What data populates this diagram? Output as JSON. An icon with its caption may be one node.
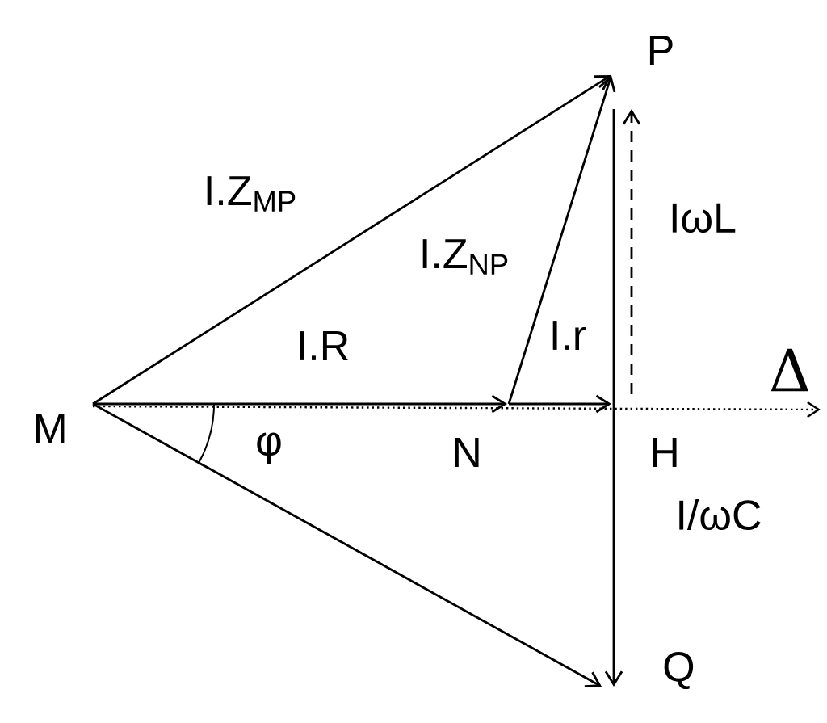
{
  "diagram": {
    "nodes": [
      {
        "text": [
          "M"
        ]
      },
      {
        "text": [
          "N"
        ]
      },
      {
        "text": [
          "H"
        ]
      },
      {
        "text": [
          "P"
        ]
      },
      {
        "text": [
          "Q"
        ]
      }
    ],
    "edges": [
      {
        "from": 0,
        "to": 3,
        "arrow": "to",
        "label": "I.Z$_{MP}$"
      },
      {
        "from": 1,
        "to": 3,
        "arrow": "to",
        "label": "I.Z$_{NP}$"
      },
      {
        "from": 0,
        "to": 1,
        "arrow": "to",
        "label": "I.R"
      },
      {
        "from": 1,
        "to": 2,
        "arrow": "to",
        "label": "I.r"
      },
      {
        "from": 2,
        "to": 3,
        "arrow": "to",
        "label": "IωL",
        "style": "dashed"
      },
      {
        "from": 3,
        "to": 4,
        "arrow": "to",
        "label": "I/ωC"
      },
      {
        "from": 0,
        "to": 4,
        "arrow": "to"
      }
    ],
    "labels": [
      "φ",
      "Δ"
    ]
  }
}
